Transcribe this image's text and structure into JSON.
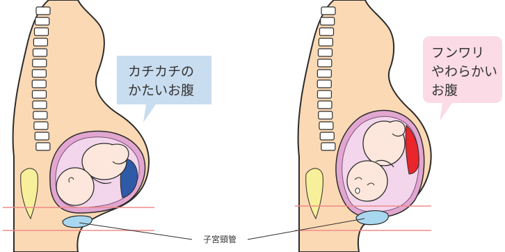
{
  "left_figure": {
    "bubble_lines": [
      "カチカチの",
      "かたいお腹"
    ],
    "bubble_color": "#c9ddf0"
  },
  "right_figure": {
    "bubble_lines": [
      "フンワリ",
      "やわらかい",
      "お腹"
    ],
    "bubble_color": "#fadbe6"
  },
  "shared_label": "子宮頸管",
  "colors": {
    "skin": "#fbd9b4",
    "skin_outline": "#2b2b2b",
    "uterus": "#e2a7d0",
    "amniotic": "#f3d6ec",
    "baby": "#fde7dc",
    "cervix": "#a9d7ef",
    "left_placenta": "#2f5aa8",
    "right_placenta": "#e8262b",
    "guide_lines": "#f08a8a"
  }
}
